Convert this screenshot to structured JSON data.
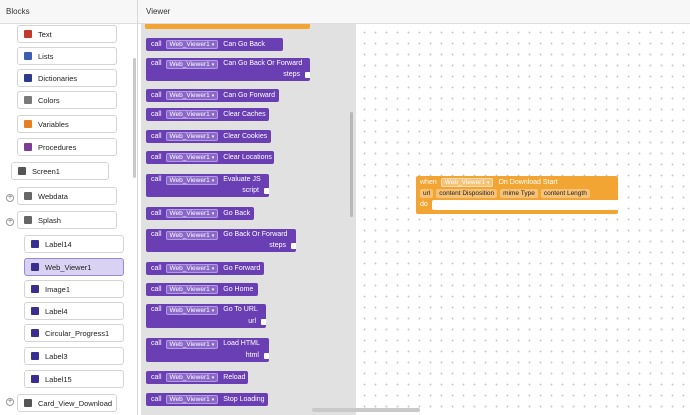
{
  "panels": {
    "blocks_title": "Blocks",
    "viewer_title": "Viewer"
  },
  "tree": [
    {
      "label": "Text",
      "icon": "text-icon",
      "color": "#c0392b"
    },
    {
      "label": "Lists",
      "icon": "lists-icon",
      "color": "#3d5fb3"
    },
    {
      "label": "Dictionaries",
      "icon": "dictionaries-icon",
      "color": "#2d3a8c"
    },
    {
      "label": "Colors",
      "icon": "colors-icon",
      "color": "#7a7a7a"
    },
    {
      "label": "Variables",
      "icon": "variables-icon",
      "color": "#e67e22"
    },
    {
      "label": "Procedures",
      "icon": "procedures-icon",
      "color": "#7d3c98"
    },
    {
      "label": "Screen1",
      "icon": "screen-icon",
      "color": "#555555"
    },
    {
      "label": "Webdata",
      "icon": "webdata-icon",
      "color": "#666666"
    },
    {
      "label": "Splash",
      "icon": "splash-icon",
      "color": "#666666"
    },
    {
      "label": "Label14",
      "icon": "label-icon",
      "color": "#3a2e8f"
    },
    {
      "label": "Web_Viewer1",
      "icon": "webviewer-icon",
      "color": "#3a2e8f"
    },
    {
      "label": "Image1",
      "icon": "image-icon",
      "color": "#3a2e8f"
    },
    {
      "label": "Label4",
      "icon": "label-icon",
      "color": "#3a2e8f"
    },
    {
      "label": "Circular_Progress1",
      "icon": "progress-icon",
      "color": "#3a2e8f"
    },
    {
      "label": "Label3",
      "icon": "label-icon",
      "color": "#3a2e8f"
    },
    {
      "label": "Label15",
      "icon": "label-icon",
      "color": "#3a2e8f"
    },
    {
      "label": "Card_View_Download",
      "icon": "cardview-icon",
      "color": "#555555"
    }
  ],
  "drawer": {
    "call": "call",
    "component": "Web_Viewer1",
    "blocks": [
      {
        "method": "Can Go Back",
        "arg": ""
      },
      {
        "method": "Can Go Back Or Forward",
        "arg": "steps"
      },
      {
        "method": "Can Go Forward",
        "arg": ""
      },
      {
        "method": "Clear Caches",
        "arg": ""
      },
      {
        "method": "Clear Cookies",
        "arg": ""
      },
      {
        "method": "Clear Locations",
        "arg": ""
      },
      {
        "method": "Evaluate JS",
        "arg": "script"
      },
      {
        "method": "Go Back",
        "arg": ""
      },
      {
        "method": "Go Back Or Forward",
        "arg": "steps"
      },
      {
        "method": "Go Forward",
        "arg": ""
      },
      {
        "method": "Go Home",
        "arg": ""
      },
      {
        "method": "Go To URL",
        "arg": "url"
      },
      {
        "method": "Load HTML",
        "arg": "html"
      },
      {
        "method": "Reload",
        "arg": ""
      },
      {
        "method": "Stop Loading",
        "arg": ""
      }
    ]
  },
  "event": {
    "when": "when",
    "component": "Web_Viewer1",
    "name": "On Download Start",
    "params": [
      "url",
      "content Disposition",
      "mime Type",
      "content Length"
    ],
    "do": "do"
  },
  "colors": {
    "method_block": "#6a3fb4",
    "event_block": "#f3a533",
    "selected": "#d9d2f2"
  }
}
